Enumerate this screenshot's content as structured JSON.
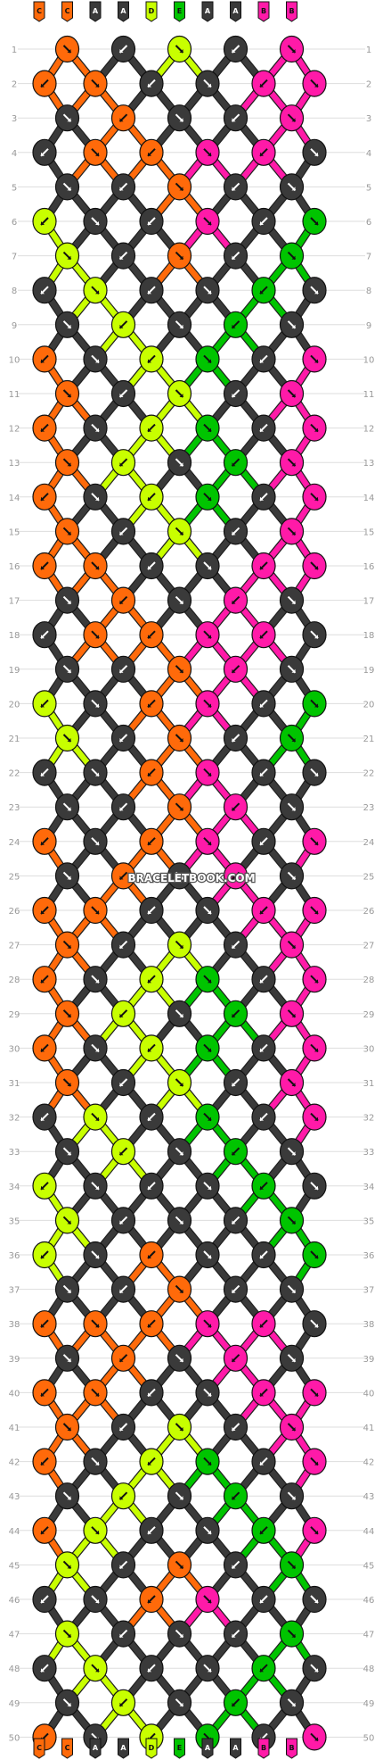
{
  "watermark": "BRACELETBOOK.COM",
  "strand_labels_top": [
    "C",
    "C",
    "A",
    "A",
    "D",
    "E",
    "A",
    "A",
    "B",
    "B"
  ],
  "strand_labels_bottom": [
    "C",
    "C",
    "A",
    "A",
    "D",
    "E",
    "A",
    "A",
    "B",
    "B"
  ],
  "colors": {
    "A": "#3a3a3a",
    "B": "#ff1aa8",
    "C": "#ff6a0a",
    "D": "#c8ff00",
    "E": "#00c400"
  },
  "row_count": 50,
  "row_numbers": [
    "1",
    "2",
    "3",
    "4",
    "5",
    "6",
    "7",
    "8",
    "9",
    "10",
    "11",
    "12",
    "13",
    "14",
    "15",
    "16",
    "17",
    "18",
    "19",
    "20",
    "21",
    "22",
    "23",
    "24",
    "25",
    "26",
    "27",
    "28",
    "29",
    "30",
    "31",
    "32",
    "33",
    "34",
    "35",
    "36",
    "37",
    "38",
    "39",
    "40",
    "41",
    "42",
    "43",
    "44",
    "45",
    "46",
    "47",
    "48",
    "49",
    "50"
  ],
  "knot_colors": [
    [
      "C",
      "A",
      "D",
      "A",
      "B"
    ],
    [
      "C",
      "C",
      "A",
      "A",
      "B",
      "B"
    ],
    [
      "A",
      "C",
      "A",
      "A",
      "B"
    ],
    [
      "A",
      "C",
      "C",
      "B",
      "B",
      "A"
    ],
    [
      "A",
      "A",
      "C",
      "A",
      "A"
    ],
    [
      "D",
      "A",
      "A",
      "B",
      "A",
      "E"
    ],
    [
      "D",
      "A",
      "C",
      "A",
      "E"
    ],
    [
      "A",
      "D",
      "A",
      "A",
      "E",
      "A"
    ],
    [
      "A",
      "D",
      "A",
      "E",
      "A"
    ],
    [
      "C",
      "A",
      "D",
      "E",
      "A",
      "B"
    ],
    [
      "C",
      "A",
      "D",
      "A",
      "B"
    ],
    [
      "C",
      "A",
      "D",
      "E",
      "A",
      "B"
    ],
    [
      "C",
      "D",
      "A",
      "E",
      "B"
    ],
    [
      "C",
      "A",
      "D",
      "E",
      "A",
      "B"
    ],
    [
      "C",
      "A",
      "D",
      "A",
      "B"
    ],
    [
      "C",
      "C",
      "A",
      "A",
      "B",
      "B"
    ],
    [
      "A",
      "C",
      "A",
      "B",
      "A"
    ],
    [
      "A",
      "C",
      "C",
      "B",
      "B",
      "A"
    ],
    [
      "A",
      "A",
      "C",
      "B",
      "A"
    ],
    [
      "D",
      "A",
      "C",
      "B",
      "A",
      "E"
    ],
    [
      "D",
      "A",
      "C",
      "A",
      "E"
    ],
    [
      "A",
      "A",
      "C",
      "B",
      "A",
      "A"
    ],
    [
      "A",
      "A",
      "C",
      "B",
      "A"
    ],
    [
      "C",
      "A",
      "C",
      "B",
      "A",
      "B"
    ],
    [
      "A",
      "C",
      "A",
      "B",
      "A"
    ],
    [
      "C",
      "C",
      "A",
      "A",
      "B",
      "B"
    ],
    [
      "C",
      "A",
      "D",
      "A",
      "B"
    ],
    [
      "C",
      "A",
      "D",
      "E",
      "A",
      "B"
    ],
    [
      "C",
      "D",
      "A",
      "E",
      "B"
    ],
    [
      "C",
      "A",
      "D",
      "E",
      "A",
      "B"
    ],
    [
      "C",
      "A",
      "D",
      "A",
      "B"
    ],
    [
      "A",
      "D",
      "A",
      "E",
      "A",
      "B"
    ],
    [
      "A",
      "D",
      "A",
      "E",
      "A"
    ],
    [
      "D",
      "A",
      "A",
      "A",
      "E",
      "A"
    ],
    [
      "D",
      "A",
      "A",
      "A",
      "E"
    ],
    [
      "D",
      "A",
      "C",
      "A",
      "A",
      "E"
    ],
    [
      "A",
      "A",
      "C",
      "A",
      "A"
    ],
    [
      "C",
      "C",
      "C",
      "B",
      "B",
      "A"
    ],
    [
      "A",
      "C",
      "A",
      "B",
      "A"
    ],
    [
      "C",
      "C",
      "A",
      "A",
      "B",
      "B"
    ],
    [
      "C",
      "A",
      "D",
      "A",
      "B"
    ],
    [
      "C",
      "A",
      "D",
      "E",
      "A",
      "B"
    ],
    [
      "A",
      "D",
      "A",
      "E",
      "A"
    ],
    [
      "C",
      "D",
      "A",
      "A",
      "E",
      "B"
    ],
    [
      "D",
      "A",
      "C",
      "A",
      "E"
    ],
    [
      "A",
      "A",
      "C",
      "B",
      "A",
      "A"
    ],
    [
      "D",
      "A",
      "A",
      "A",
      "E"
    ],
    [
      "A",
      "D",
      "A",
      "A",
      "E",
      "A"
    ],
    [
      "A",
      "D",
      "A",
      "E",
      "A"
    ],
    [
      "C",
      "A",
      "D",
      "E",
      "A",
      "B"
    ]
  ]
}
